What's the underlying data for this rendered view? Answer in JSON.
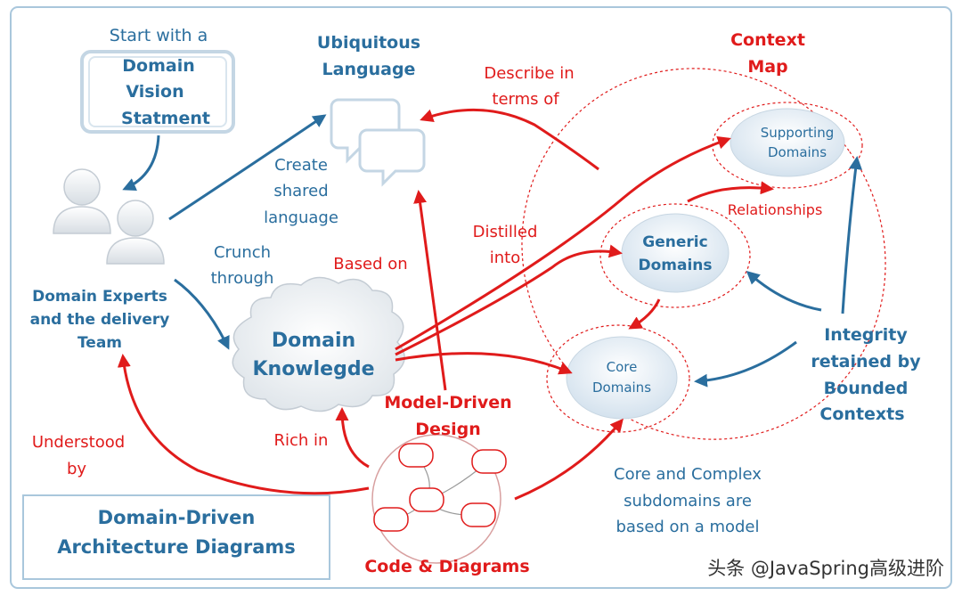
{
  "nodes": {
    "start_with_a": "Start with a",
    "vision_1": "Domain",
    "vision_2": "Vision",
    "vision_3": "Statment",
    "ubiquitous_1": "Ubiquitous",
    "ubiquitous_2": "Language",
    "context_map_1": "Context",
    "context_map_2": "Map",
    "supporting_1": "Supporting",
    "supporting_2": "Domains",
    "generic_1": "Generic",
    "generic_2": "Domains",
    "core_1": "Core",
    "core_2": "Domains",
    "experts_1": "Domain Experts",
    "experts_2": "and the delivery",
    "experts_3": "Team",
    "knowledge_1": "Domain",
    "knowledge_2": "Knowlegde",
    "mdd_1": "Model-Driven",
    "mdd_2": "Design",
    "code_diagrams": "Code & Diagrams",
    "integrity_1": "Integrity",
    "integrity_2": "retained by",
    "integrity_3": "Bounded",
    "integrity_4": "Contexts",
    "title_1": "Domain-Driven",
    "title_2": "Architecture Diagrams"
  },
  "labels": {
    "create_1": "Create",
    "create_2": "shared",
    "create_3": "language",
    "crunch_1": "Crunch",
    "crunch_2": "through",
    "describe_1": "Describe in",
    "describe_2": "terms of",
    "based_on": "Based on",
    "distilled_1": "Distilled",
    "distilled_2": "into",
    "relationships": "Relationships",
    "understood_1": "Understood",
    "understood_2": "by",
    "rich_in": "Rich in",
    "core_complex_1": "Core and Complex",
    "core_complex_2": "subdomains are",
    "core_complex_3": "based on a model"
  },
  "watermark": "头条 @JavaSpring高级进阶",
  "colors": {
    "blue": "#2a6e9e",
    "red": "#e01b1b",
    "border": "#a9c7dc"
  },
  "icons": [
    "people-icon",
    "speech-bubbles-icon",
    "cloud-icon",
    "model-diagram-icon"
  ]
}
